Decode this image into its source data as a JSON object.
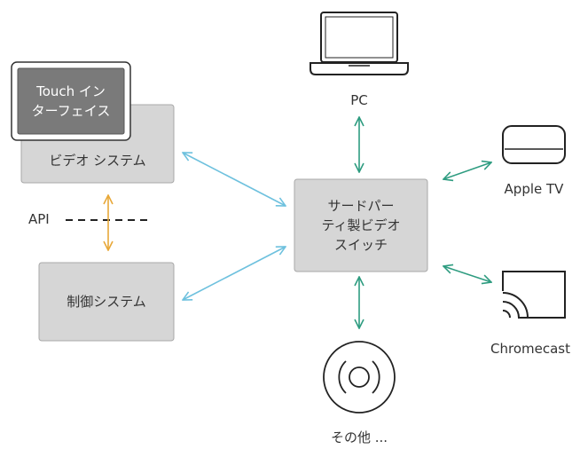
{
  "nodes": {
    "touch_panel": {
      "line1": "Touch イン",
      "line2": "ターフェイス"
    },
    "video_system": {
      "label": "ビデオ システム"
    },
    "control_system": {
      "label": "制御システム"
    },
    "switcher": {
      "line1": "サードパー",
      "line2": "ティ製ビデオ",
      "line3": "スイッチ"
    },
    "pc": {
      "label": "PC"
    },
    "apple_tv": {
      "label": "Apple TV"
    },
    "chromecast": {
      "label": "Chromecast"
    },
    "other": {
      "label": "その他 ..."
    }
  },
  "api": {
    "label": "API"
  },
  "colors": {
    "box_fill": "#d6d6d6",
    "box_stroke": "#a8a8a8",
    "touch_fill": "#7a7a7a",
    "arrow_blue": "#6ec1de",
    "arrow_green": "#2e9c80",
    "arrow_yellow": "#e8a838",
    "text": "#333333"
  }
}
